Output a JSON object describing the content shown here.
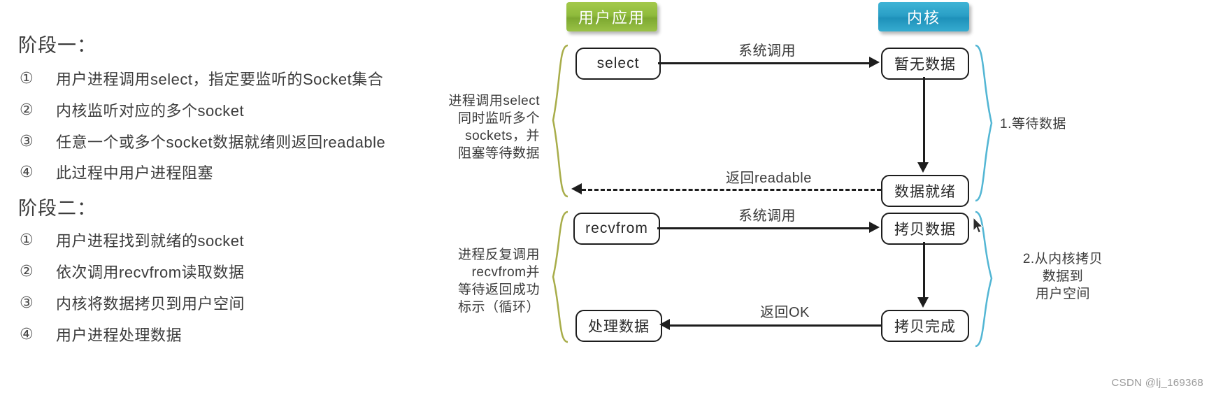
{
  "left_panel": {
    "phase1": {
      "title": "阶段一：",
      "steps": [
        {
          "num": "①",
          "text": "用户进程调用select，指定要监听的Socket集合"
        },
        {
          "num": "②",
          "text": "内核监听对应的多个socket"
        },
        {
          "num": "③",
          "text": "任意一个或多个socket数据就绪则返回readable"
        },
        {
          "num": "④",
          "text": "此过程中用户进程阻塞"
        }
      ]
    },
    "phase2": {
      "title": "阶段二：",
      "steps": [
        {
          "num": "①",
          "text": "用户进程找到就绪的socket"
        },
        {
          "num": "②",
          "text": "依次调用recvfrom读取数据"
        },
        {
          "num": "③",
          "text": "内核将数据拷贝到用户空间"
        },
        {
          "num": "④",
          "text": "用户进程处理数据"
        }
      ]
    }
  },
  "diagram": {
    "headers": {
      "user_app": "用户应用",
      "kernel": "内核"
    },
    "nodes": {
      "select": "select",
      "no_data": "暂无数据",
      "data_ready": "数据就绪",
      "recvfrom": "recvfrom",
      "copy_data": "拷贝数据",
      "process_data": "处理数据",
      "copy_done": "拷贝完成"
    },
    "arrow_labels": {
      "syscall_1": "系统调用",
      "return_readable": "返回readable",
      "syscall_2": "系统调用",
      "return_ok": "返回OK"
    },
    "notes": {
      "left_note_1": "进程调用select\n同时监听多个\nsockets，并\n阻塞等待数据",
      "left_note_2": "进程反复调用\nrecvfrom并\n等待返回成功\n标示（循环）",
      "right_note_1": "1.等待数据",
      "right_note_2": "2.从内核拷贝\n数据到\n用户空间"
    },
    "colors": {
      "user_app_badge": "#8fbb3c",
      "kernel_badge": "#2a9fc6",
      "left_brace": "#a8ad4a",
      "right_brace": "#53b6d4",
      "line": "#1d1d1d"
    }
  },
  "watermark": "CSDN @lj_169368"
}
